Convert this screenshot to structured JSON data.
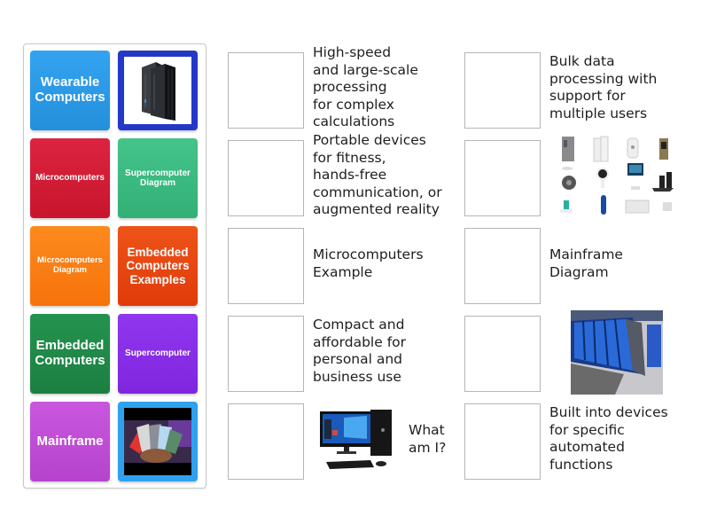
{
  "tray": {
    "tiles": [
      {
        "type": "text",
        "label": "Wearable Computers",
        "color": "#2d9be8"
      },
      {
        "type": "image",
        "image": "mainframe-server-image",
        "color": "#2438c8"
      },
      {
        "type": "text",
        "label": "Microcomputers",
        "color": "#d41c36"
      },
      {
        "type": "text",
        "label": "Supercomputer Diagram",
        "color": "#3bbb80"
      },
      {
        "type": "text",
        "label": "Microcomputers Diagram",
        "color": "#fb7d0e"
      },
      {
        "type": "text",
        "label": "Embedded Computers Examples",
        "color": "#ea4610"
      },
      {
        "type": "text",
        "label": "Embedded Computers",
        "color": "#208a48"
      },
      {
        "type": "text",
        "label": "Supercomputer",
        "color": "#8a2ee8"
      },
      {
        "type": "text",
        "label": "Mainframe",
        "color": "#c14fd6"
      },
      {
        "type": "image",
        "image": "smartphones-image",
        "color": "#2ea2ee"
      }
    ]
  },
  "targets": {
    "left_column": [
      {
        "text": "High-speed\nand large-scale\nprocessing\nfor complex\ncalculations"
      },
      {
        "text": "Portable devices\nfor fitness,\nhands-free\ncommunication, or\naugmented reality"
      },
      {
        "text": "Microcomputers\nExample"
      },
      {
        "text": "Compact and\naffordable for\npersonal and\nbusiness use"
      },
      {
        "image": "desktop-pc-image",
        "text": "What\nam I?"
      }
    ],
    "right_column": [
      {
        "text": "Bulk data\nprocessing with\nsupport for\nmultiple users"
      },
      {
        "image": "smart-home-devices-image"
      },
      {
        "text": "Mainframe\nDiagram"
      },
      {
        "image": "supercomputer-room-image"
      },
      {
        "text": "Built into devices\nfor specific\nautomated\nfunctions"
      }
    ]
  }
}
